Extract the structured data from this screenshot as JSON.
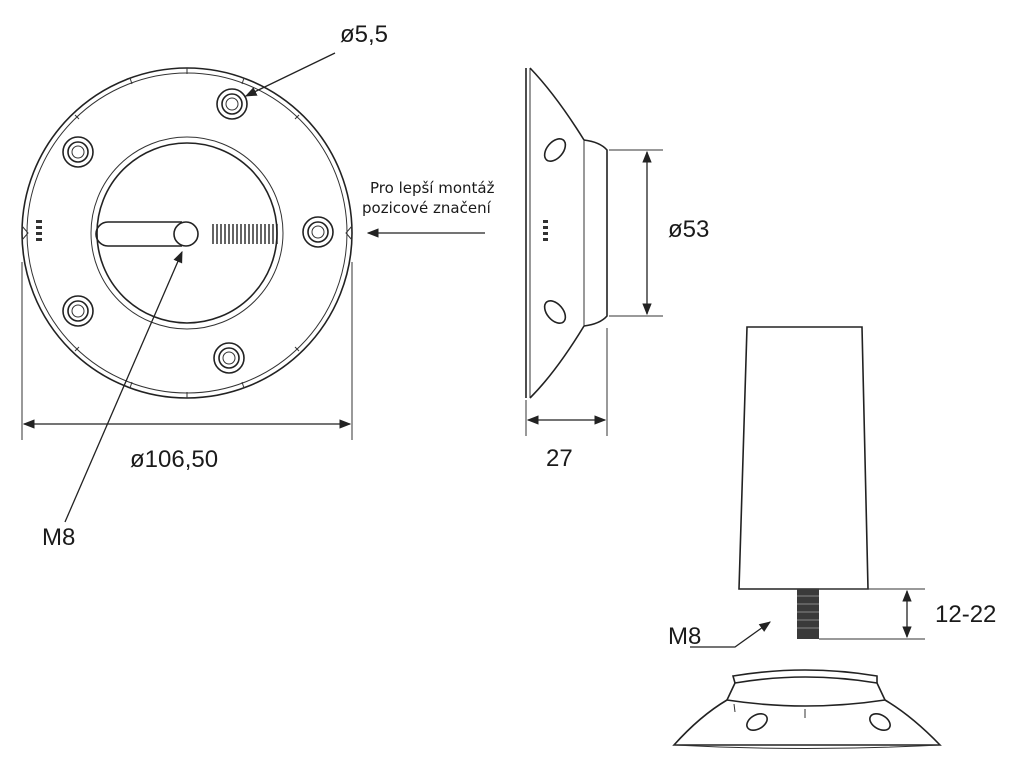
{
  "labels": {
    "hole_diameter": "ø5,5",
    "plate_diameter": "ø106,50",
    "thread_top": "M8",
    "note_line1": "Pro lepší montáž",
    "note_line2": "pozicové značení",
    "boss_diameter": "ø53",
    "height": "27",
    "thread_bottom": "M8",
    "adjust_range": "12-22"
  },
  "colors": {
    "line": "#222222",
    "background": "#ffffff"
  }
}
